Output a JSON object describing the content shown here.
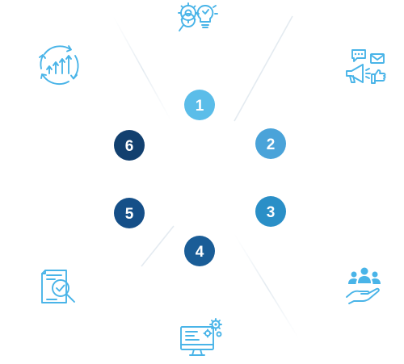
{
  "steps": [
    {
      "label": "1",
      "color": "#5bbde9",
      "icon": "research-gear-idea-icon"
    },
    {
      "label": "2",
      "color": "#4aa3d9",
      "icon": "marketing-communication-icon"
    },
    {
      "label": "3",
      "color": "#2a8fc7",
      "icon": "team-care-hand-icon"
    },
    {
      "label": "4",
      "color": "#1a5d97",
      "icon": "computer-settings-icon"
    },
    {
      "label": "5",
      "color": "#154f88",
      "icon": "document-review-icon"
    },
    {
      "label": "6",
      "color": "#12406f",
      "icon": "growth-cycle-icon"
    }
  ],
  "colors": {
    "icon_stroke": "#49b4e8",
    "divider": "#e6edf3",
    "background": "#ffffff"
  }
}
